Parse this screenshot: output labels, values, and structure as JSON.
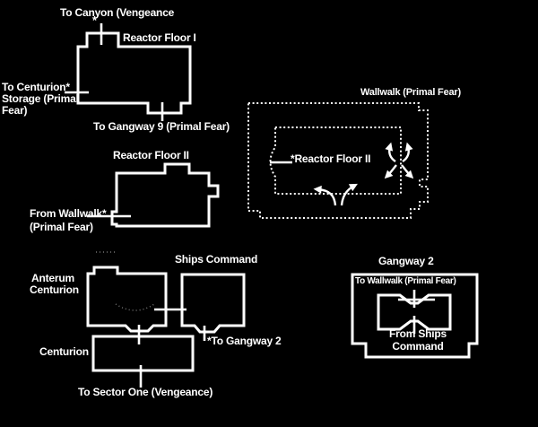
{
  "page": {
    "background": "#000000",
    "line_color": "#ffffff"
  },
  "map": {
    "reactor_floor_1": {
      "title": "Reactor Floor I",
      "exit_top": "To Canyon (Vengeance",
      "exit_top_marker": "*",
      "exit_left_lines": [
        "To Centurion*",
        "Storage (Primal",
        "Fear)"
      ],
      "exit_bottom": "To Gangway 9 (Primal Fear)"
    },
    "reactor_floor_2": {
      "title": "Reactor Floor II",
      "entry_left_lines": [
        "From Wallwalk*",
        "(Primal Fear)"
      ]
    },
    "wallwalk": {
      "title": "Wallwalk (Primal Fear)",
      "inner_room": "*Reactor Floor II"
    },
    "command_block": {
      "ships_command": "Ships Command",
      "anterum_lines": [
        "Anterum",
        "Centurion"
      ],
      "centurion": "Centurion",
      "exit_gangway_2": "*To Gangway 2",
      "exit_sector_one": "To Sector One (Vengeance)"
    },
    "gangway_2": {
      "title": "Gangway 2",
      "entry_top": "To Wallwalk (Primal Fear)",
      "entry_bottom_lines": [
        "From Ships",
        "Command"
      ]
    }
  }
}
